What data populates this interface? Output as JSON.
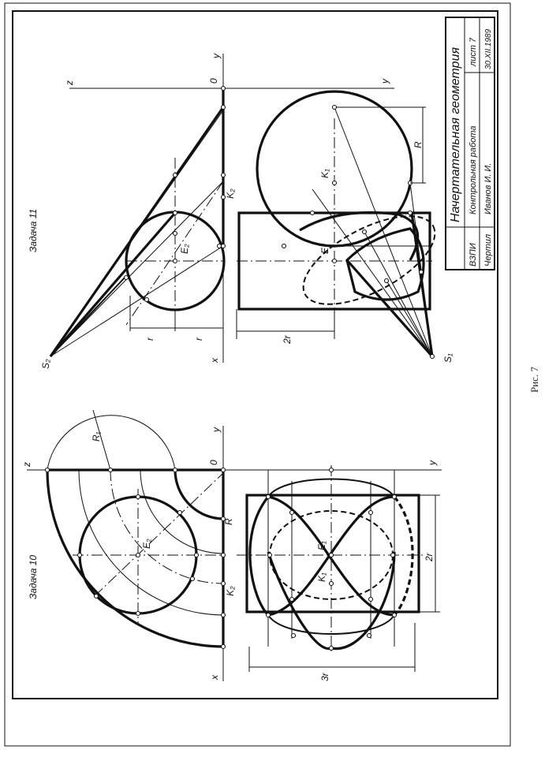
{
  "caption": "Рис. 7",
  "title_block": {
    "title": "Начертательная геометрия",
    "org": "ВЗПИ",
    "work": "Контрольная работа",
    "sheet": "лист 7",
    "role": "Чертил",
    "author": "Иванов И. И.",
    "date": "30.XII.1989"
  },
  "task10": {
    "title": "Задача 10",
    "labels": {
      "z": "z",
      "o": "0",
      "y_top": "y",
      "y_bottom": "y",
      "x": "x",
      "r1": "R₁",
      "r": "R",
      "e2": "E₂",
      "k2": "K₂",
      "e1": "E₁",
      "k1": "K₁",
      "dim_2r": "2r",
      "dim_3r": "3r"
    }
  },
  "task11": {
    "title": "Задача 11",
    "labels": {
      "z": "z",
      "o": "0",
      "y_top": "y",
      "y_bottom": "y",
      "x": "x",
      "s2": "S₂",
      "s1": "S₁",
      "e2": "E₂",
      "k2": "K₂",
      "e1": "E₁",
      "k1": "K₁",
      "r": "R",
      "r_a": "r",
      "r_b": "r",
      "dim_2r": "2r"
    }
  }
}
